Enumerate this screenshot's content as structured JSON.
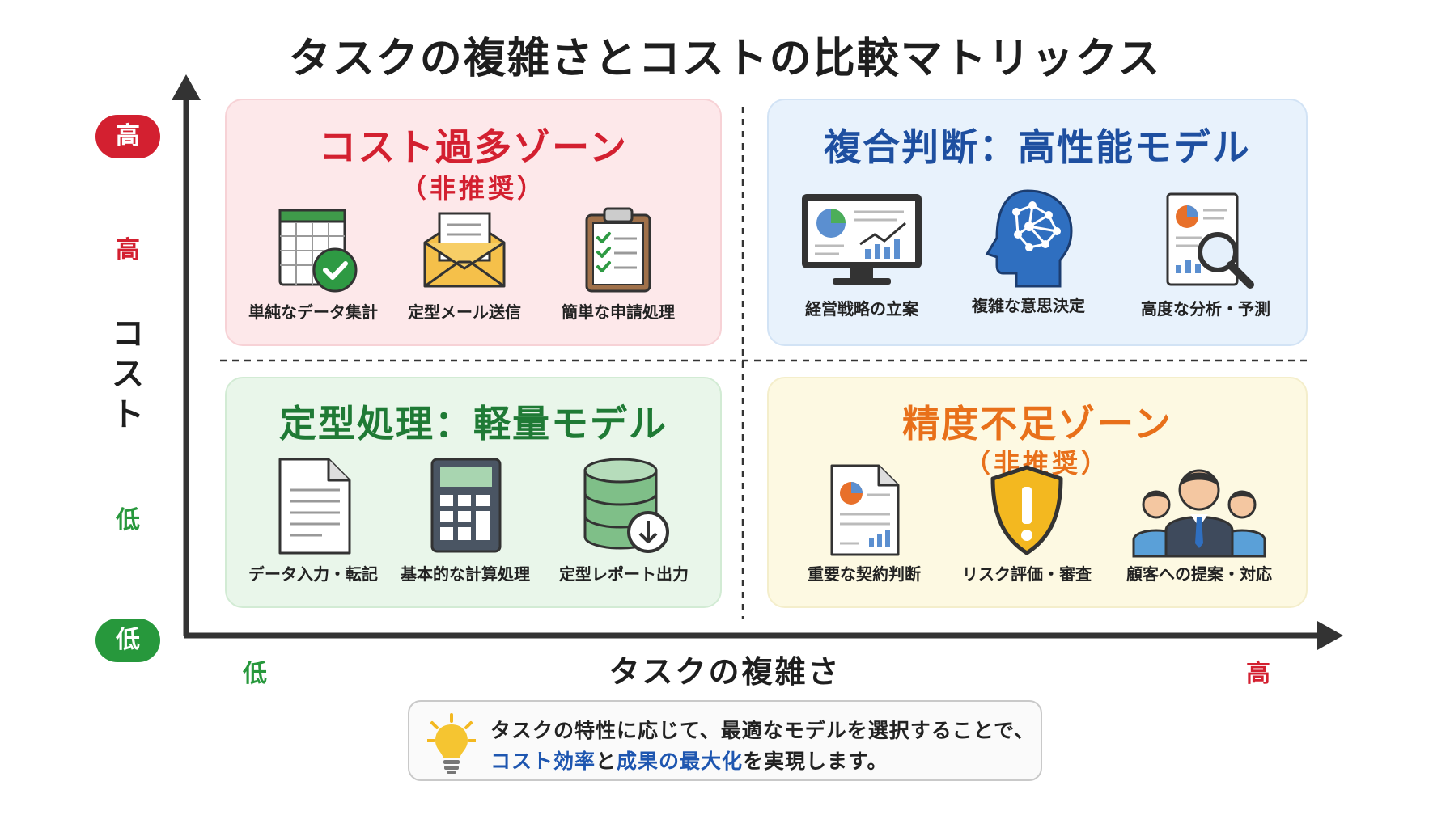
{
  "title": "タスクの複雑さとコストの比較マトリックス",
  "y_axis": {
    "label": "コスト",
    "label_chars": [
      "コ",
      "ス",
      "ト"
    ],
    "high_pill": "高",
    "high_text": "高",
    "low_text": "低",
    "low_pill": "低"
  },
  "x_axis": {
    "label": "タスクの複雑さ",
    "low": "低",
    "high": "高"
  },
  "quadrants": {
    "top_left": {
      "title": "コスト過多ゾーン",
      "subtitle": "（非推奨）",
      "color": "#d32030",
      "items": [
        {
          "icon": "spreadsheet-check-icon",
          "label": "単純なデータ集計"
        },
        {
          "icon": "envelope-icon",
          "label": "定型メール送信"
        },
        {
          "icon": "clipboard-checklist-icon",
          "label": "簡単な申請処理"
        }
      ]
    },
    "top_right": {
      "title": "複合判断：高性能モデル",
      "color": "#1e4fa0",
      "items": [
        {
          "icon": "monitor-chart-icon",
          "label": "経営戦略の立案"
        },
        {
          "icon": "ai-brain-head-icon",
          "label": "複雑な意思決定"
        },
        {
          "icon": "report-magnifier-icon",
          "label": "高度な分析・予測"
        }
      ]
    },
    "bottom_left": {
      "title": "定型処理：軽量モデル",
      "color": "#1f7a35",
      "items": [
        {
          "icon": "document-icon",
          "label": "データ入力・転記"
        },
        {
          "icon": "calculator-icon",
          "label": "基本的な計算処理"
        },
        {
          "icon": "database-download-icon",
          "label": "定型レポート出力"
        }
      ]
    },
    "bottom_right": {
      "title": "精度不足ゾーン",
      "subtitle": "（非推奨）",
      "color": "#e8701a",
      "items": [
        {
          "icon": "contract-document-icon",
          "label": "重要な契約判断"
        },
        {
          "icon": "warning-shield-icon",
          "label": "リスク評価・審査"
        },
        {
          "icon": "customer-group-icon",
          "label": "顧客への提案・対応"
        }
      ]
    }
  },
  "tip": {
    "icon": "lightbulb-icon",
    "line1": "タスクの特性に応じて、最適なモデルを選択することで、",
    "line2": {
      "part1": "コスト効率",
      "part2": "と",
      "part3": "成果の最大化",
      "part4": "を実現します。"
    }
  }
}
